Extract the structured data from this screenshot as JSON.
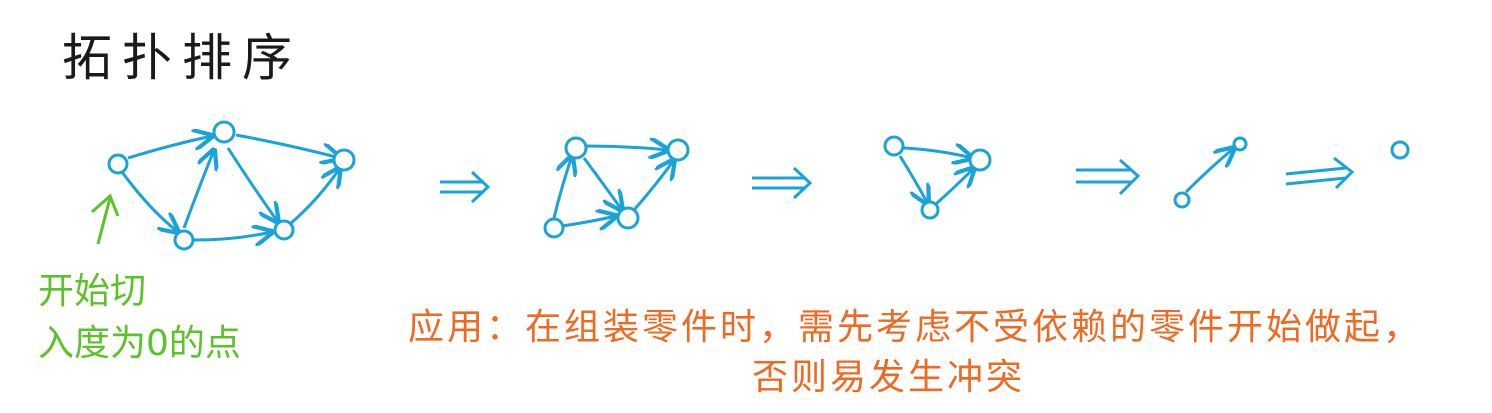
{
  "title": "拓扑排序",
  "start_note": {
    "line1": "开始切",
    "line2": "入度为0的点"
  },
  "application_note": {
    "line1": "应用：在组装零件时，需先考虑不受依赖的零件开始做起，",
    "line2": "否则易发生冲突"
  },
  "colors": {
    "graph": "#1aa3d9",
    "start_note": "#5cc22a",
    "application_note": "#ee6a22",
    "title": "#1a1a1a"
  }
}
